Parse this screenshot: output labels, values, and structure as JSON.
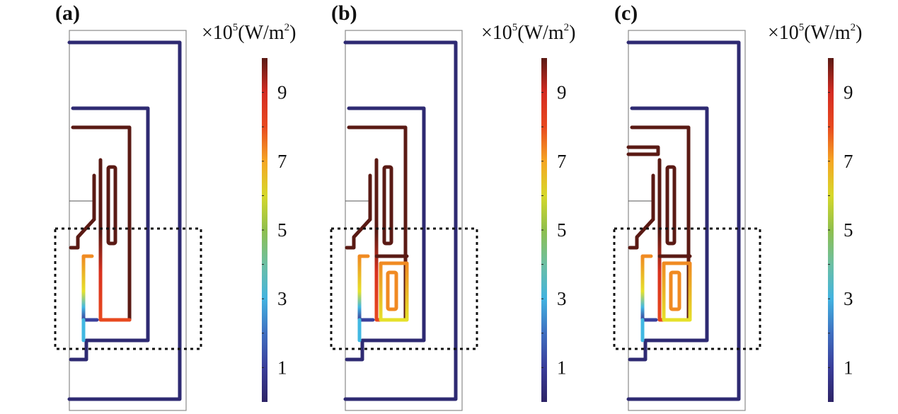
{
  "figure": {
    "panels": [
      {
        "id": "a",
        "label": "(a)"
      },
      {
        "id": "b",
        "label": "(b)"
      },
      {
        "id": "c",
        "label": "(c)"
      }
    ],
    "colorbar": {
      "unit_prefix": "×10",
      "unit_exponent": "5",
      "unit_text": "(W/m",
      "unit_sq": "2",
      "unit_close": ")",
      "min": 0,
      "max": 10,
      "ticks": [
        "1",
        "3",
        "5",
        "7",
        "9"
      ],
      "colormap": "jet",
      "colors": [
        "#2d2466",
        "#3a3d9a",
        "#3f6fc0",
        "#42b3e0",
        "#6cbfa3",
        "#8fbf4d",
        "#d6d82a",
        "#f5a623",
        "#e8491f",
        "#d42b22",
        "#5a1a14"
      ]
    },
    "flux_colors": {
      "low": "#2e2a72",
      "dark_high": "#5a1a14",
      "red": "#d9311e",
      "orange": "#f08a22",
      "yellow": "#e6e12a",
      "cyan": "#41b8e2"
    }
  }
}
